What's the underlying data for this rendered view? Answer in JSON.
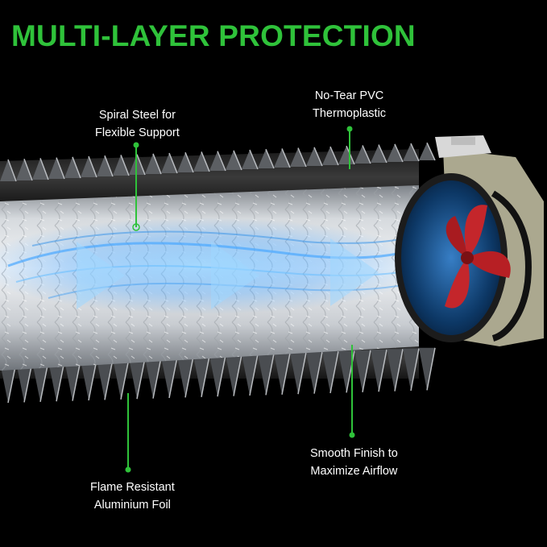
{
  "title": "MULTI-LAYER PROTECTION",
  "callouts": {
    "spiral_steel": {
      "line1": "Spiral Steel for",
      "line2": "Flexible Support"
    },
    "pvc": {
      "line1": "No-Tear PVC",
      "line2": "Thermoplastic"
    },
    "smooth_finish": {
      "line1": "Smooth Finish to",
      "line2": "Maximize Airflow"
    },
    "foil": {
      "line1": "Flame Resistant",
      "line2": "Aluminium Foil"
    }
  },
  "colors": {
    "accent": "#2fc23a",
    "background": "#000000",
    "airflow": "#3fa0ff",
    "fan_blade": "#c4262b"
  },
  "icons": {
    "fan": "inline-fan-icon",
    "airflow_arrow": "triangle-arrow-icon",
    "callout_dot": "green-dot-icon"
  }
}
